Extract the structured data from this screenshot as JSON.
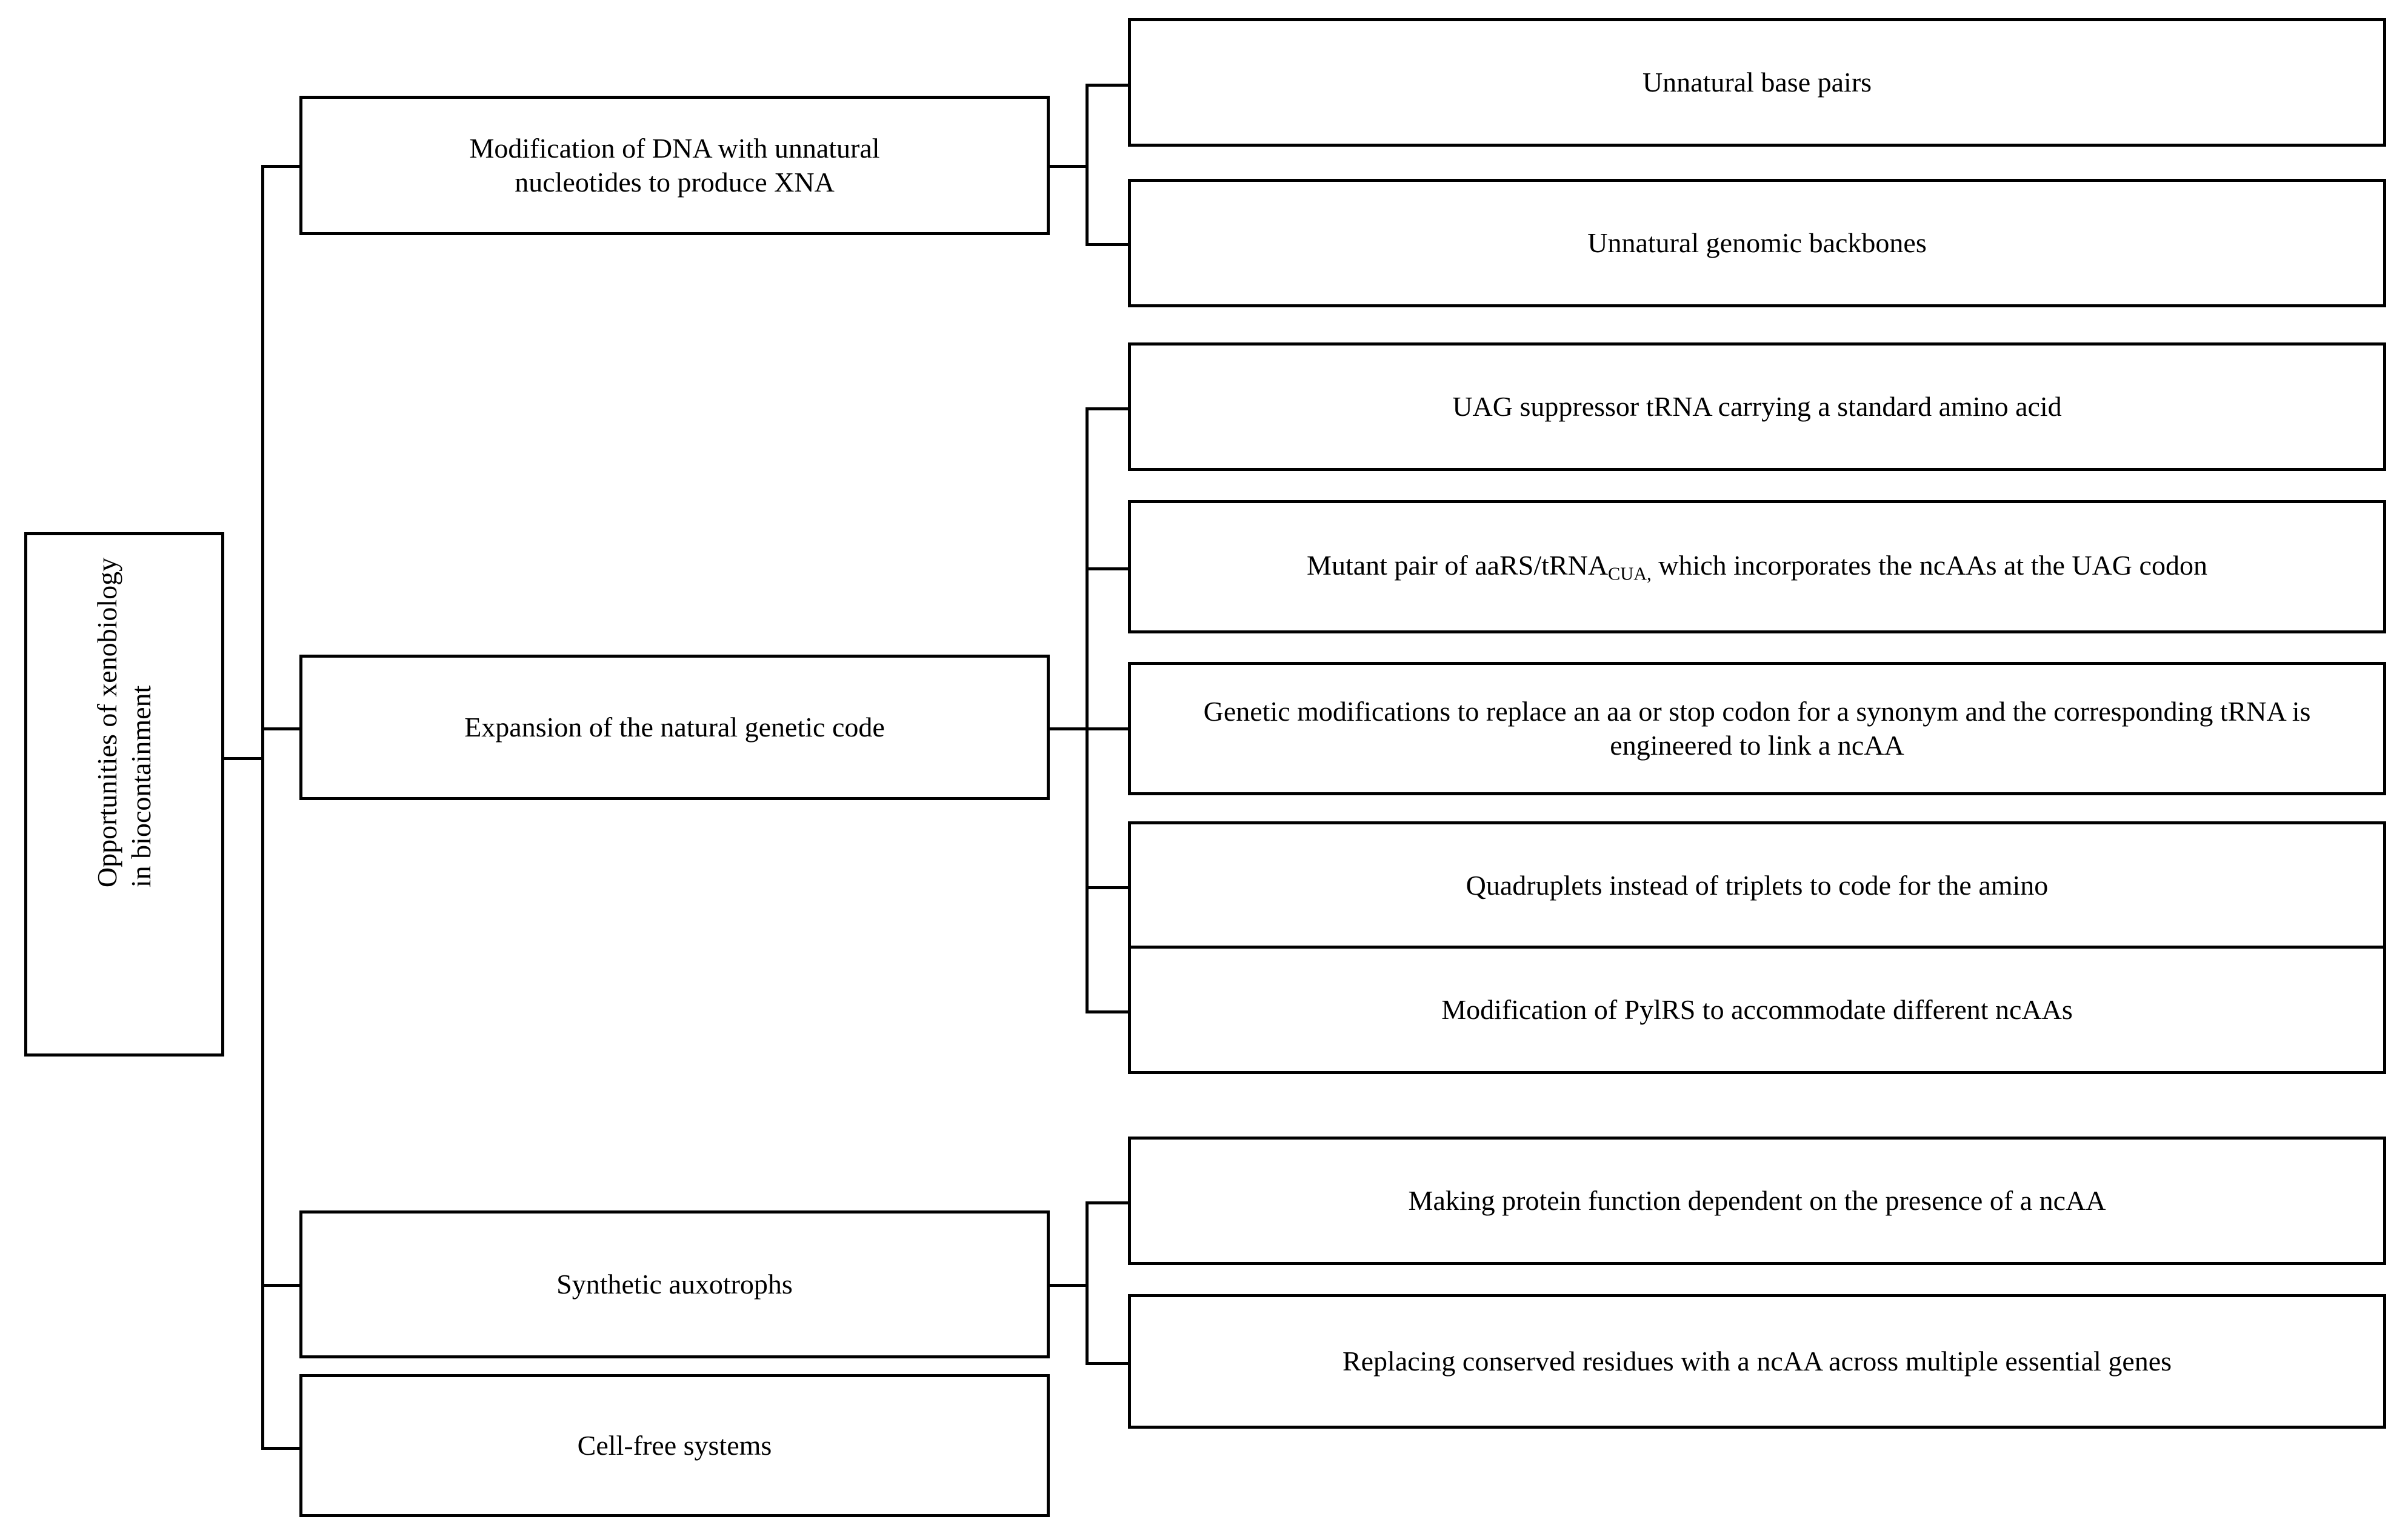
{
  "diagram": {
    "type": "hierarchy-tree",
    "orientation": "left-to-right",
    "title": "Opportunities of xenobiology in biocontainment",
    "root": {
      "label_line1": "Opportunities of xenobiology",
      "label_line2": "in biocontainment",
      "rotated": true
    },
    "branches": [
      {
        "label": "Modification of DNA with unnatural nucleotides to produce XNA",
        "label_line1": "Modification of DNA with unnatural",
        "label_line2": "nucleotides to produce XNA",
        "children": [
          {
            "label": "Unnatural base pairs"
          },
          {
            "label": "Unnatural genomic backbones"
          }
        ]
      },
      {
        "label": "Expansion of the natural genetic code",
        "label_line1": "Expansion of the natural genetic code",
        "label_line2": "",
        "children": [
          {
            "label": "UAG suppressor tRNA carrying a standard amino acid"
          },
          {
            "label": "Mutant pair of aaRS/tRNA_CUA, which incorporates the ncAAs at the UAG codon",
            "pre": "Mutant pair of aaRS/tRNA",
            "sub": "CUA,",
            "post": " which incorporates the ncAAs at the UAG codon"
          },
          {
            "label": "Genetic modifications to replace an aa or stop codon for a synonym and the corresponding tRNA is engineered to link a ncAA"
          },
          {
            "label": "Quadruplets instead of triplets to code for the amino"
          },
          {
            "label": "Modification of PylRS to accommodate different ncAAs"
          }
        ]
      },
      {
        "label": "Synthetic auxotrophs",
        "label_line1": "Synthetic auxotrophs",
        "label_line2": "",
        "children": [
          {
            "label": "Making protein function dependent on the presence of a ncAA"
          },
          {
            "label": "Replacing conserved residues with a ncAA across multiple essential genes"
          }
        ]
      },
      {
        "label": "Cell-free systems",
        "label_line1": "Cell-free systems",
        "label_line2": "",
        "children": []
      }
    ],
    "colors": {
      "line": "#000000",
      "box_fill": "#ffffff",
      "text": "#000000",
      "background": "#ffffff"
    }
  }
}
